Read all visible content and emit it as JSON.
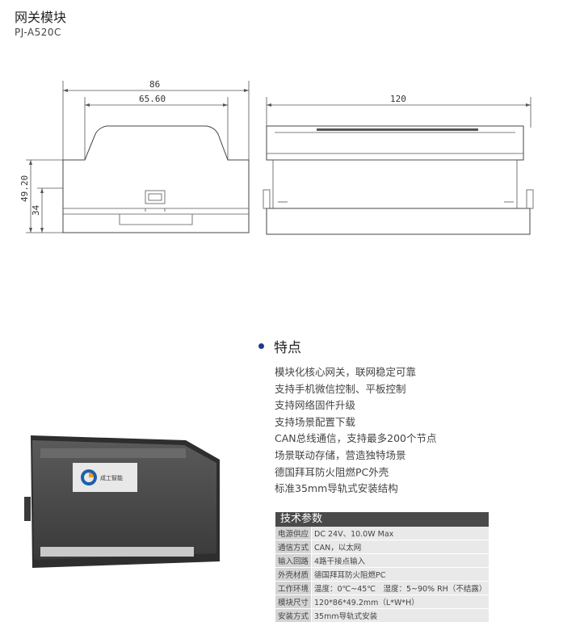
{
  "header": {
    "title": "网关模块",
    "model": "PJ-A520C"
  },
  "drawing": {
    "front_width": "86",
    "front_inner_width": "65.60",
    "total_height": "49.20",
    "body_height": "34",
    "side_length": "120"
  },
  "photo": {
    "logo_text": "成工智能"
  },
  "features": {
    "heading": "特点",
    "items": [
      "模块化核心网关，联网稳定可靠",
      "支持手机微信控制、平板控制",
      "支持网络固件升级",
      "支持场景配置下载",
      "CAN总线通信，支持最多200个节点",
      "场景联动存储，营造独特场景",
      "德国拜耳防火阻燃PC外壳",
      "标准35mm导轨式安装结构"
    ]
  },
  "specs": {
    "title": "技术参数",
    "rows": [
      {
        "label": "电源供应",
        "value": "DC 24V、10.0W Max"
      },
      {
        "label": "通信方式",
        "value": "CAN，以太网"
      },
      {
        "label": "输入回路",
        "value": "4路干接点输入"
      },
      {
        "label": "外壳材质",
        "value": "德国拜耳防火阻燃PC"
      },
      {
        "label": "工作环境",
        "value": "温度：0℃~45℃　湿度：5~90% RH（不结露）"
      },
      {
        "label": "模块尺寸",
        "value": "120*86*49.2mm（L*W*H）"
      },
      {
        "label": "安装方式",
        "value": "35mm导轨式安装"
      }
    ]
  }
}
